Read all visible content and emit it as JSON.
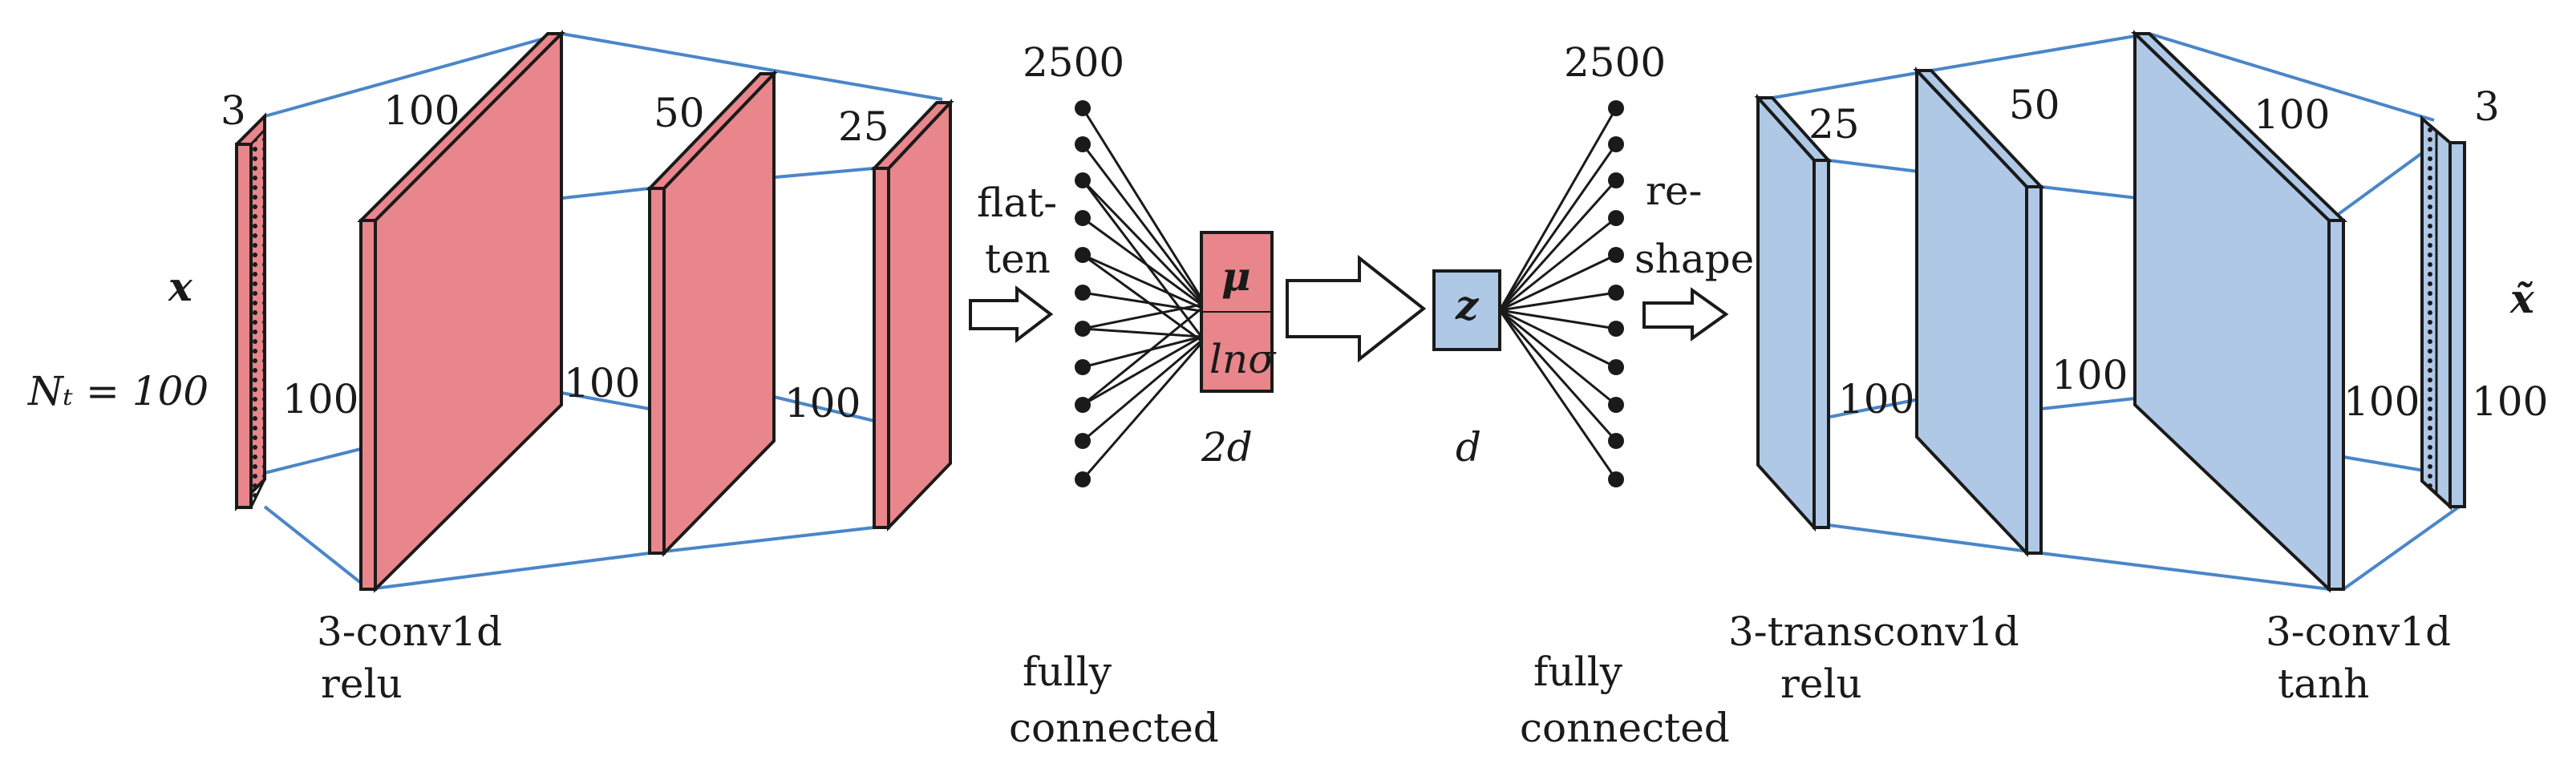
{
  "encoder": {
    "input_symbol": "x",
    "input_length": "Nₜ = 100",
    "input_channels": "3",
    "input_height": "100",
    "layer1_channels": "100",
    "layer1_height": "100",
    "layer2_channels": "50",
    "layer2_height": "100",
    "layer3_channels": "25",
    "conv_label_line1": "3-conv1d",
    "conv_label_line2": "relu"
  },
  "latent": {
    "flatten_line1": "flat-",
    "flatten_line2": "ten",
    "left_count": "2500",
    "mu": "μ",
    "ln_sigma": "lnσ",
    "two_d": "2d",
    "z": "z",
    "d": "d",
    "right_count": "2500",
    "reshape_line1": "re-",
    "reshape_line2": "shape",
    "fc_left_line1": "fully",
    "fc_left_line2": "connected",
    "fc_right_line1": "fully",
    "fc_right_line2": "connected"
  },
  "decoder": {
    "layer1_channels": "25",
    "layer1_height": "100",
    "layer2_channels": "50",
    "layer2_height": "100",
    "layer3_channels": "100",
    "layer3_height": "100",
    "output_channels": "3",
    "output_height": "100",
    "output_symbol": "x̃",
    "transconv_line1": "3-transconv1d",
    "transconv_line2": "relu",
    "conv_line1": "3-conv1d",
    "conv_line2": "tanh"
  },
  "colors": {
    "encoder_fill": "#e8868b",
    "decoder_fill": "#aec8e6",
    "connector": "#4a86c8",
    "edge": "#1a1a1a"
  }
}
